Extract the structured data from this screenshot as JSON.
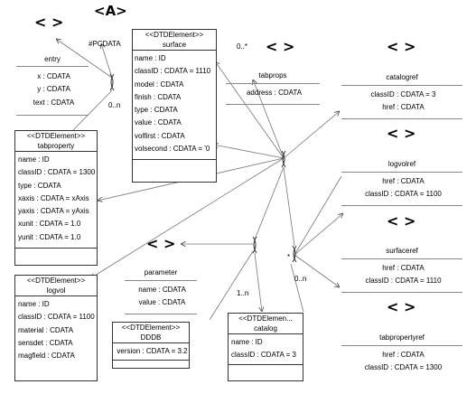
{
  "glyphs": {
    "element": "< >",
    "pcdata": "<A>"
  },
  "boxes": {
    "entry": {
      "name": "entry",
      "attributes": [
        "x : CDATA",
        "y : CDATA",
        "text : CDATA"
      ]
    },
    "pcdata": {
      "name": "#PCDATA"
    },
    "surface": {
      "stereotype": "<<DTDElement>>",
      "name": "surface",
      "attributes": [
        "name : ID",
        "classID : CDATA = 1110",
        "model : CDATA",
        "finish : CDATA",
        "type : CDATA",
        "value : CDATA",
        "volfirst : CDATA",
        "volsecond : CDATA = '0"
      ]
    },
    "tabprops": {
      "name": "tabprops",
      "attributes": [
        "address : CDATA"
      ]
    },
    "catalogref": {
      "name": "catalogref",
      "attributes": [
        "classID : CDATA = 3",
        "href : CDATA"
      ]
    },
    "tabproperty": {
      "stereotype": "<<DTDElement>>",
      "name": "tabproperty",
      "attributes": [
        "name : ID",
        "classID : CDATA = 1300",
        "type : CDATA",
        "xaxis : CDATA = xAxis",
        "yaxis : CDATA = yAxis",
        "xunit : CDATA = 1.0",
        "yunit : CDATA = 1.0"
      ]
    },
    "logvolref": {
      "name": "logvolref",
      "attributes": [
        "href : CDATA",
        "classID : CDATA = 1100"
      ]
    },
    "surfaceref": {
      "name": "surfaceref",
      "attributes": [
        "href : CDATA",
        "classID : CDATA = 1110"
      ]
    },
    "parameter": {
      "name": "parameter",
      "attributes": [
        "name : CDATA",
        "value : CDATA"
      ]
    },
    "logvol": {
      "stereotype": "<<DTDElement>>",
      "name": "logvol",
      "attributes": [
        "name : ID",
        "classID : CDATA = 1100",
        "material : CDATA",
        "sensdet : CDATA",
        "magfield : CDATA"
      ]
    },
    "dddb": {
      "stereotype": "<<DTDElement>>",
      "name": "DDDB",
      "attributes": [
        "version : CDATA = 3.2"
      ]
    },
    "catalog": {
      "stereotype": "<<DTDElemen...",
      "name": "catalog",
      "attributes": [
        "name : ID",
        "classID : CDATA = 3"
      ]
    },
    "tabpropertyref": {
      "name": "tabpropertyref",
      "attributes": [
        "href : CDATA",
        "classID : CDATA = 1300"
      ]
    }
  },
  "multiplicities": {
    "entry_zero_n": "0..n",
    "tabprops_zero_star": "0..*",
    "catalog_zero_n": "0..n",
    "dddb_one_n": "1..n",
    "catalog_star": "*"
  }
}
